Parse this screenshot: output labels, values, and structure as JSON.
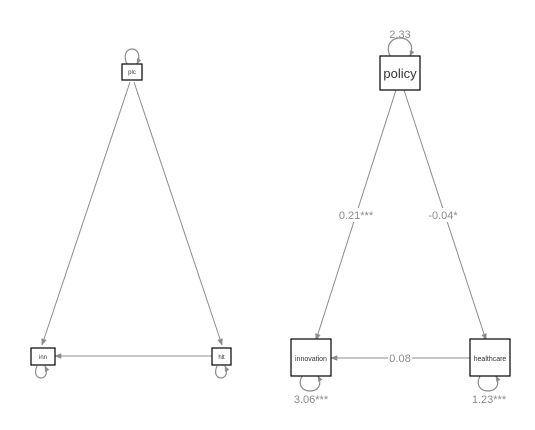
{
  "left_diagram": {
    "nodes": {
      "top": "plc",
      "bottom_left": "inn",
      "bottom_right": "hlt"
    },
    "edges": {
      "plc_to_inn": "",
      "plc_to_hlt": "",
      "hlt_to_inn": ""
    }
  },
  "right_diagram": {
    "nodes": {
      "top": "policy",
      "bottom_left": "innovation",
      "bottom_right": "healthcare"
    },
    "variances": {
      "policy": "2.33",
      "innovation": "3.06***",
      "healthcare": "1.23***"
    },
    "edges": {
      "policy_to_innovation": "0.21***",
      "policy_to_healthcare": "-0.04*",
      "healthcare_to_innovation": "0.08"
    }
  },
  "colors": {
    "edge": "#8c8c8c",
    "node_border": "#000000",
    "text": "#333333"
  }
}
